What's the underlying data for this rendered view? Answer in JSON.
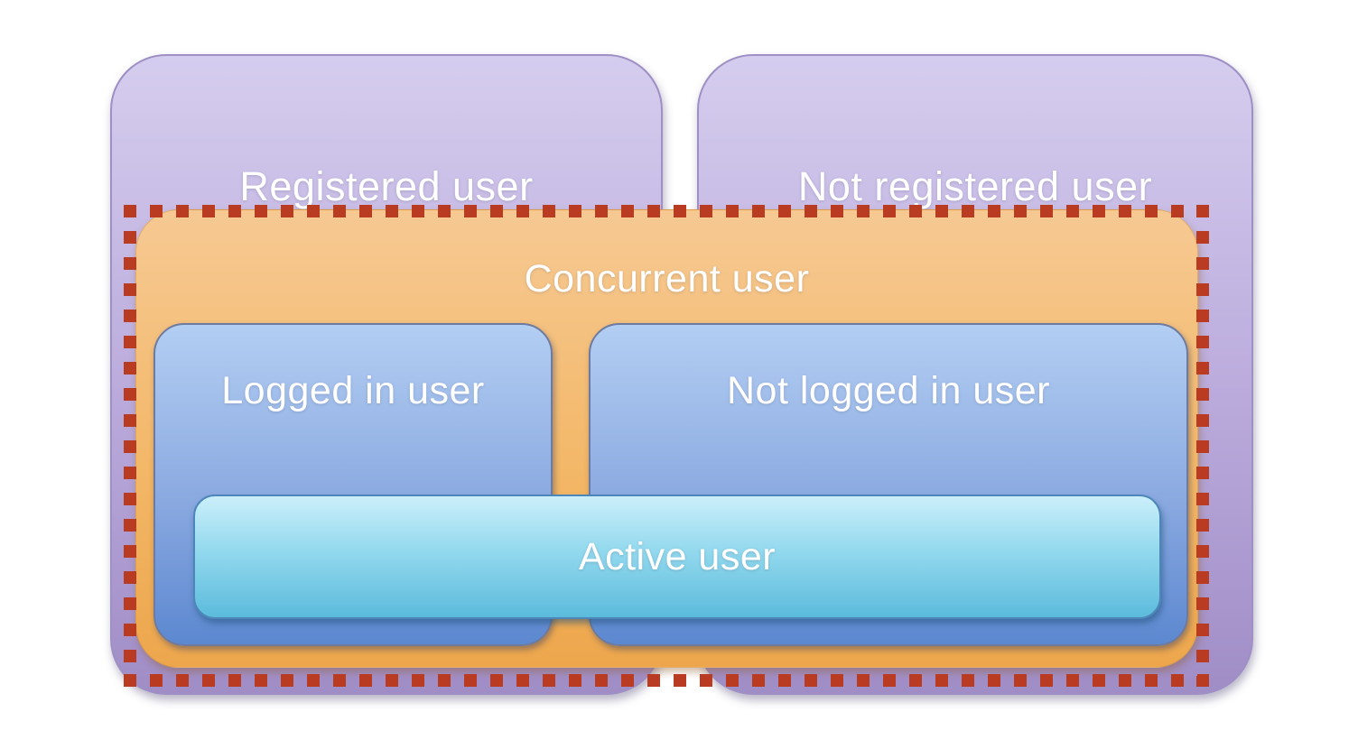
{
  "diagram": {
    "boxes": {
      "registered": {
        "label": "Registered user"
      },
      "not_registered": {
        "label": "Not registered user"
      },
      "concurrent": {
        "label": "Concurrent user"
      },
      "logged_in": {
        "label": "Logged in user"
      },
      "not_logged_in": {
        "label": "Not logged in user"
      },
      "active": {
        "label": "Active user"
      }
    },
    "colors": {
      "purple_top": "#d5cdee",
      "purple_bottom": "#a08dc6",
      "purple_border": "#9e8fc4",
      "orange_top": "#f6c993",
      "orange_bottom": "#eda64c",
      "blue_top": "#b3cef3",
      "blue_bottom": "#5c88d0",
      "blue_border": "#6e7b9e",
      "cyan_top": "#cbeffa",
      "cyan_bottom": "#5cbbdc",
      "cyan_border": "#4d86b8",
      "dash_red": "#b93b22",
      "text": "#ffffff"
    }
  }
}
